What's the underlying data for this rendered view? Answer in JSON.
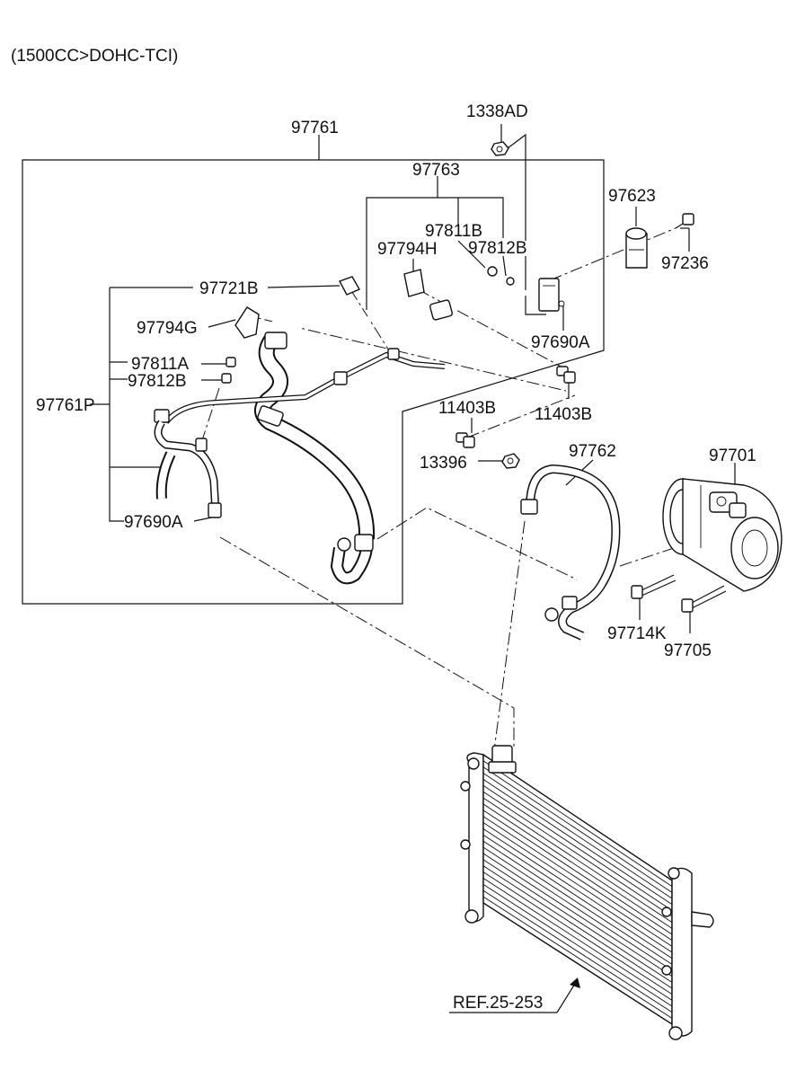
{
  "header": {
    "variant": "(1500CC>DOHC-TCI)"
  },
  "labels": {
    "p97761": "97761",
    "p1338AD": "1338AD",
    "p97763": "97763",
    "p97623": "97623",
    "p97811B": "97811B",
    "p97812B_top": "97812B",
    "p97794H": "97794H",
    "p97236": "97236",
    "p97721B": "97721B",
    "p97794G": "97794G",
    "p97690A_right": "97690A",
    "p97811A": "97811A",
    "p97812B_left": "97812B",
    "p97761P": "97761P",
    "p11403B_mid": "11403B",
    "p11403B_right": "11403B",
    "p97762": "97762",
    "p97701": "97701",
    "p13396": "13396",
    "p97690A_left": "97690A",
    "p97714K": "97714K",
    "p97705": "97705",
    "ref": "REF.25-253"
  },
  "colors": {
    "ink": "#111111",
    "background": "#ffffff"
  }
}
